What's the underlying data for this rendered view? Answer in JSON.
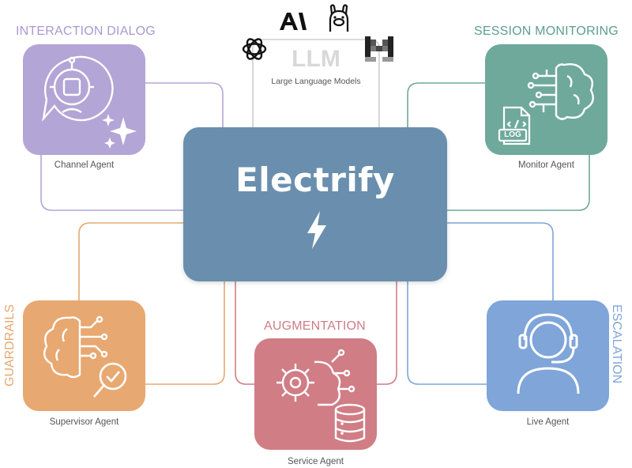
{
  "llm": {
    "title": "LLM",
    "subtitle": "Large Language Models",
    "logos": [
      "anthropic-logo",
      "ollama-llama-logo",
      "openai-logo",
      "mistral-logo"
    ],
    "anthropic_text": "A\\"
  },
  "center": {
    "title": "Electrify",
    "icon": "lightning-bolt-icon",
    "color": "#6a8fae"
  },
  "sections": {
    "interaction": {
      "heading": "INTERACTION DIALOG",
      "agent": "Channel Agent",
      "color": "#b3a5d6"
    },
    "monitoring": {
      "heading": "SESSION MONITORING",
      "agent": "Monitor Agent",
      "color": "#6fa99b"
    },
    "guardrails": {
      "heading": "GUARDRAILS",
      "agent": "Supervisor Agent",
      "color": "#e8a871"
    },
    "augmentation": {
      "heading": "AUGMENTATION",
      "agent": "Service Agent",
      "color": "#d07d86"
    },
    "escalation": {
      "heading": "ESCALATION",
      "agent": "Live Agent",
      "color": "#7fa5d9"
    }
  },
  "monitor_icon_text": "LOG"
}
